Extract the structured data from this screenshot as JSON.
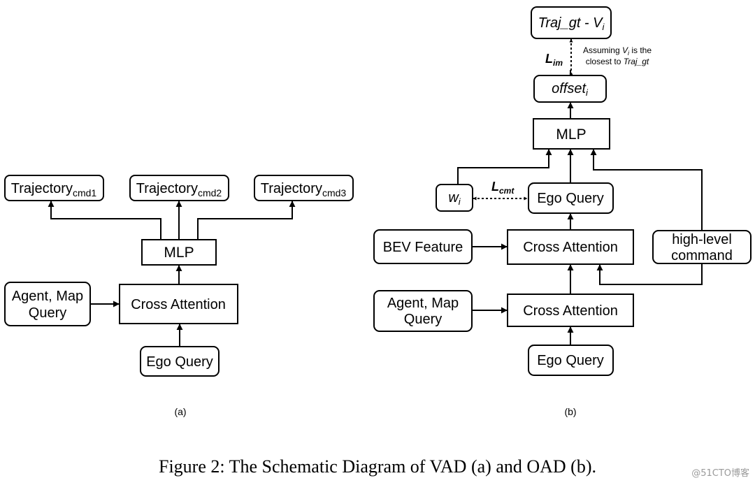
{
  "figure": {
    "caption": "Figure 2: The Schematic Diagram of VAD (a) and OAD (b).",
    "watermark": "@51CTO博客"
  },
  "panel_a": {
    "label": "(a)",
    "trajectory_prefix": "Trajectory",
    "trajectory_subs": [
      "cmd1",
      "cmd2",
      "cmd3"
    ],
    "mlp": "MLP",
    "cross_attention": "Cross Attention",
    "agent_map_query_line1": "Agent, Map",
    "agent_map_query_line2": "Query",
    "ego_query": "Ego Query"
  },
  "panel_b": {
    "label": "(b)",
    "traj_gt_prefix": "Traj_gt - V",
    "traj_gt_sub": "i",
    "loss_im_main": "L",
    "loss_im_sub": "im",
    "assumption_line1_pre": "Assuming ",
    "assumption_v": "V",
    "assumption_sub": "i",
    "assumption_line1_post": " is the",
    "assumption_line2_pre": "closest to ",
    "assumption_line2_it": "Traj_gt",
    "offset_main": "offset",
    "offset_sub": "i",
    "mlp": "MLP",
    "w_main": "w",
    "w_sub": "i",
    "loss_cmt_main": "L",
    "loss_cmt_sub": "cmt",
    "ego_query_top": "Ego Query",
    "bev_feature": "BEV Feature",
    "cross_attention_upper": "Cross Attention",
    "high_level_line1": "high-level",
    "high_level_line2": "command",
    "agent_map_query_line1": "Agent, Map",
    "agent_map_query_line2": "Query",
    "cross_attention_lower": "Cross Attention",
    "ego_query_bottom": "Ego Query"
  }
}
